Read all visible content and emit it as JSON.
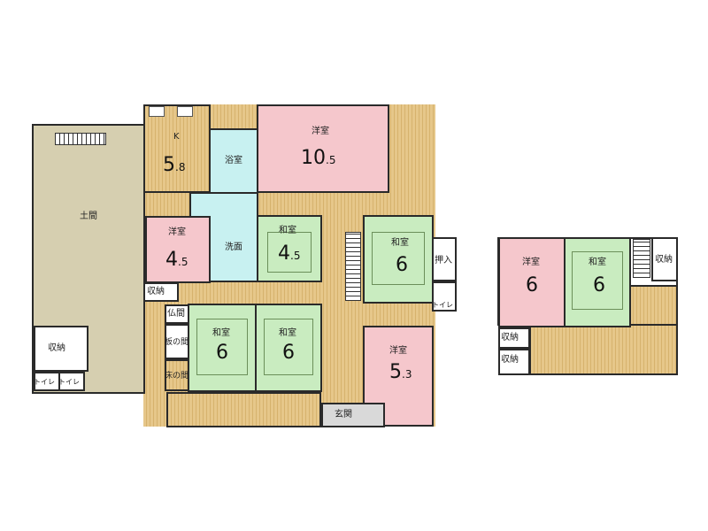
{
  "floor1": {
    "doma": "土間",
    "storage_doma": "収納",
    "toilet_left": "トイレ",
    "toilet_right": "トイレ",
    "kitchen_label": "K",
    "kitchen_size": "5",
    "kitchen_size_dec": ".8",
    "bath": "浴室",
    "yoshitsu_big_label": "洋室",
    "yoshitsu_big_size": "10",
    "yoshitsu_big_dec": ".5",
    "yoshitsu_small_label": "洋室",
    "yoshitsu_small_size": "4",
    "yoshitsu_small_dec": ".5",
    "senmen": "洗面",
    "washitsu_45_label": "和室",
    "washitsu_45_size": "4",
    "washitsu_45_dec": ".5",
    "washitsu_6_right_label": "和室",
    "washitsu_6_right_size": "6",
    "oshiire": "押入",
    "toilet_mid": "トイレ",
    "storage_mid": "収納",
    "butsuma": "仏間",
    "itanoma": "板の間",
    "tokonoma": "床の間",
    "washitsu_6a_label": "和室",
    "washitsu_6a_size": "6",
    "washitsu_6b_label": "和室",
    "washitsu_6b_size": "6",
    "yoshitsu_53_label": "洋室",
    "yoshitsu_53_size": "5",
    "yoshitsu_53_dec": ".3",
    "genkan": "玄関"
  },
  "floor2": {
    "yoshitsu_label": "洋室",
    "yoshitsu_size": "6",
    "washitsu_label": "和室",
    "washitsu_size": "6",
    "storage_right": "収納",
    "storage_left_a": "収納",
    "storage_left_b": "収納"
  },
  "colors": {
    "flooring": "#e6c78a",
    "doma": "#d6cfb0",
    "western_room": "#f5c7cc",
    "japanese_room": "#c9ecc0",
    "bath": "#c8f1f1",
    "entrance": "#d9d9d9",
    "wall": "#2a2a2a"
  }
}
